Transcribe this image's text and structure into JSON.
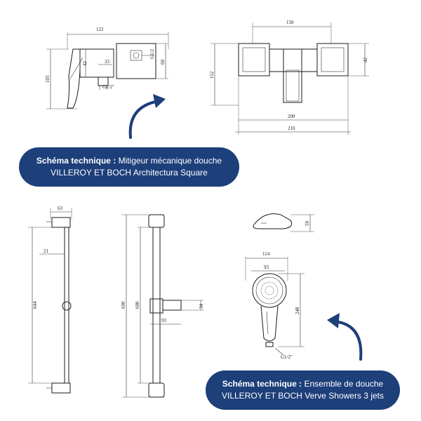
{
  "top_drawing": {
    "side_view": {
      "width": "122",
      "height": "103",
      "d1": "42",
      "d2": "33",
      "thread": "G1/2\"",
      "d3": "G1/2",
      "d4": "60"
    },
    "front_view": {
      "spacing": "150",
      "d_right": "42",
      "height": "112",
      "inner": "200",
      "outer": "210"
    }
  },
  "bottom_drawing": {
    "bar_side": {
      "top": "63",
      "offset": "21",
      "length": "644"
    },
    "bar_front": {
      "length": "690",
      "inner": "600",
      "holder": "93",
      "holder_h": "34"
    },
    "shower_head": {
      "head_h": "59",
      "width_outer": "114",
      "width_inner": "93",
      "length": "248",
      "thread": "G1/2\""
    }
  },
  "callouts": {
    "top": {
      "label": "Schéma technique :",
      "text": " Mitigeur mécanique douche VILLEROY ET BOCH Architectura Square"
    },
    "bottom": {
      "label": "Schéma technique :",
      "text": " Ensemble de douche VILLEROY ET BOCH Verve Showers 3 jets"
    }
  },
  "colors": {
    "callout_bg": "#1d3f7a",
    "arrow": "#1d3f7a",
    "lines": "#1a1a1a"
  }
}
